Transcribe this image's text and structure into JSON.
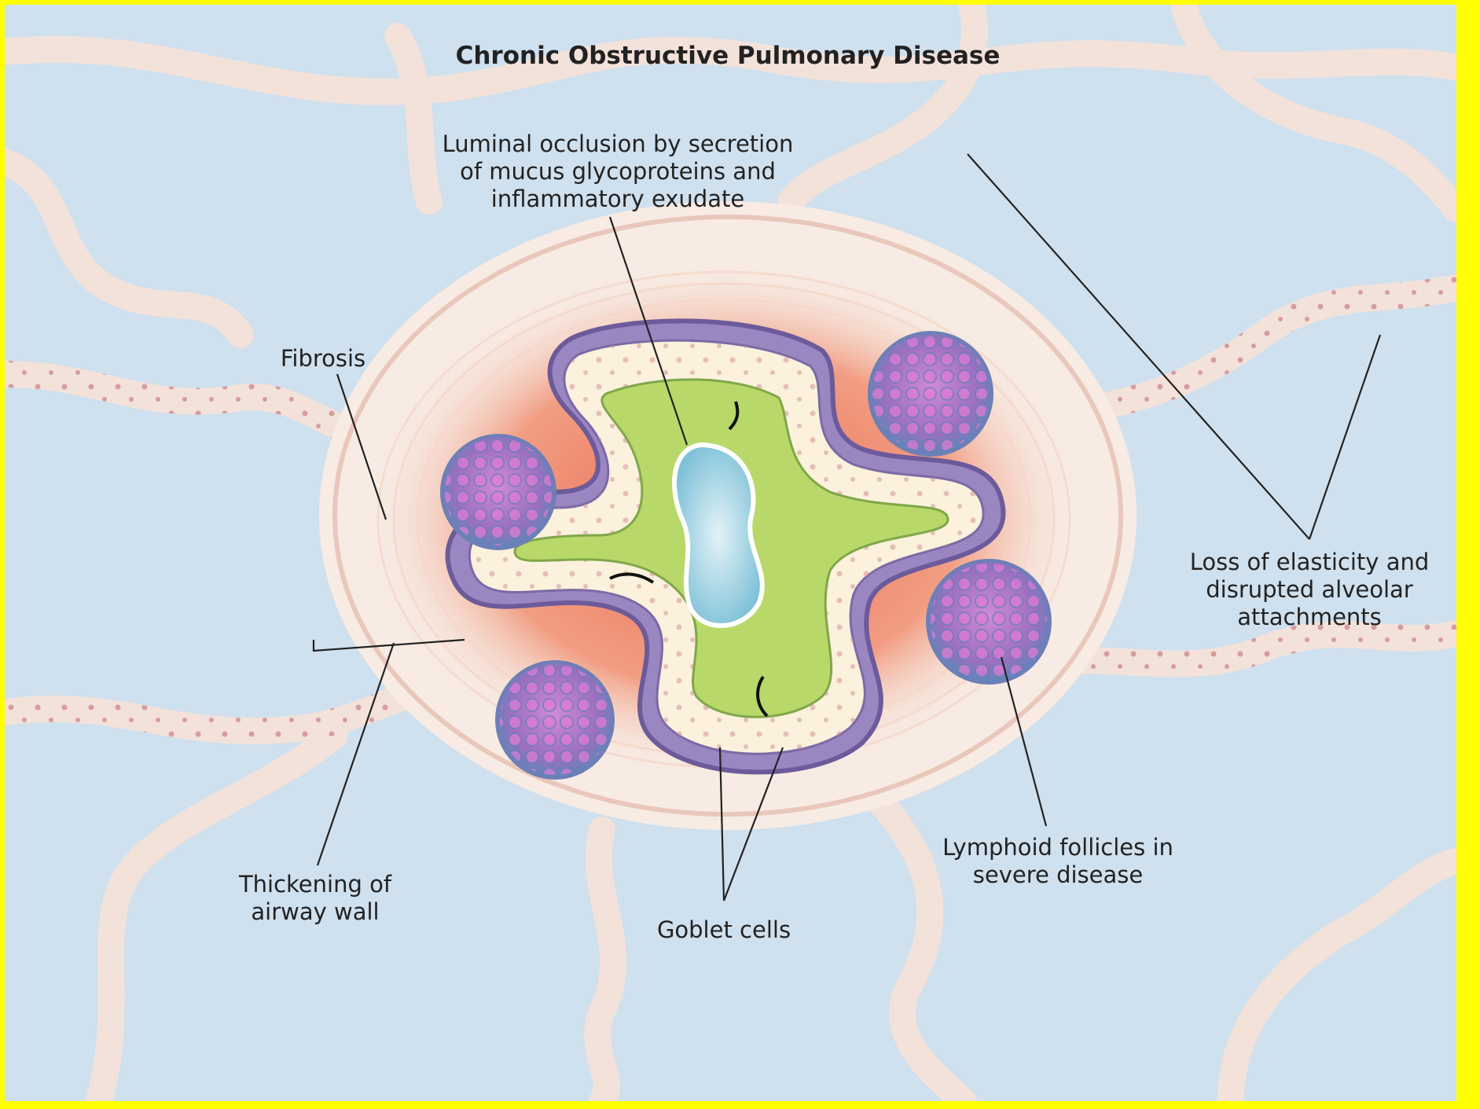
{
  "title": "Chronic Obstructive Pulmonary Disease",
  "labels": {
    "luminal": "Luminal occlusion by secretion\nof mucus glycoproteins and\ninflammatory exudate",
    "fibrosis": "Fibrosis",
    "elasticity": "Loss of elasticity and\ndisrupted alveolar\nattachments",
    "lymphoid": "Lymphoid follicles in\nsevere disease",
    "thickening": "Thickening of\nairway wall",
    "goblet": "Goblet cells"
  },
  "colors": {
    "frame": "#ffff00",
    "alveolar_space": "#cfe0ee",
    "tissue": "#f7ebe4",
    "inflammation": "#e8604a",
    "basement_membrane": "#9a86c0",
    "mucus": "#b9d86a",
    "lumen": "#9fd3e4",
    "follicle": "#b873c4"
  }
}
